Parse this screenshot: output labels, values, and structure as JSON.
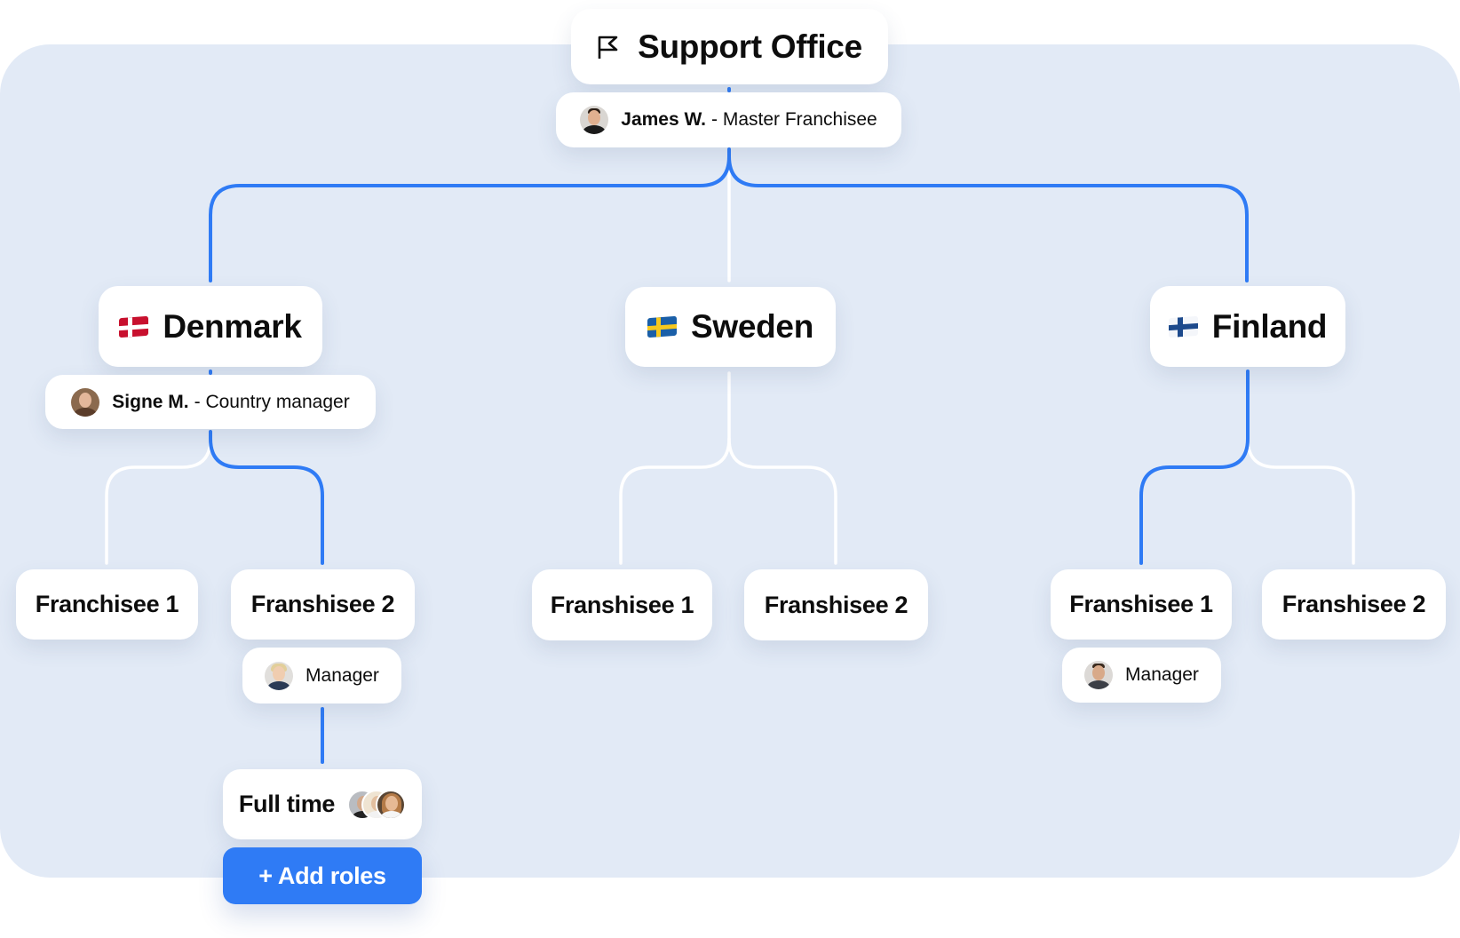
{
  "colors": {
    "panel_background": "#e2eaf6",
    "accent_blue": "#2f7bf5",
    "inactive_line": "#ffffff",
    "card_background": "#ffffff"
  },
  "root": {
    "icon": "flag-icon",
    "label": "Support Office",
    "person": {
      "name": "James W.",
      "role": "- Master Franchisee",
      "avatar": "avatar-james"
    }
  },
  "countries": [
    {
      "label": "Denmark",
      "flag": "denmark-flag-icon",
      "active": true,
      "person": {
        "name": "Signe M.",
        "role": "- Country manager",
        "avatar": "avatar-signe"
      },
      "children": [
        {
          "label": "Franchisee 1",
          "active": false
        },
        {
          "label": "Franshisee 2",
          "active": true,
          "manager": {
            "label": "Manager",
            "avatar": "avatar-manager-female"
          }
        }
      ]
    },
    {
      "label": "Sweden",
      "flag": "sweden-flag-icon",
      "active": false,
      "children": [
        {
          "label": "Franshisee 1",
          "active": false
        },
        {
          "label": "Franshisee 2",
          "active": false
        }
      ]
    },
    {
      "label": "Finland",
      "flag": "finland-flag-icon",
      "active": true,
      "children": [
        {
          "label": "Franshisee 1",
          "active": true,
          "manager": {
            "label": "Manager",
            "avatar": "avatar-manager-male"
          }
        },
        {
          "label": "Franshisee 2",
          "active": false
        }
      ]
    }
  ],
  "role_group": {
    "label": "Full time",
    "avatars": [
      "avatar-staff-1",
      "avatar-staff-2",
      "avatar-staff-3"
    ]
  },
  "add_button": {
    "label": "+ Add roles"
  }
}
